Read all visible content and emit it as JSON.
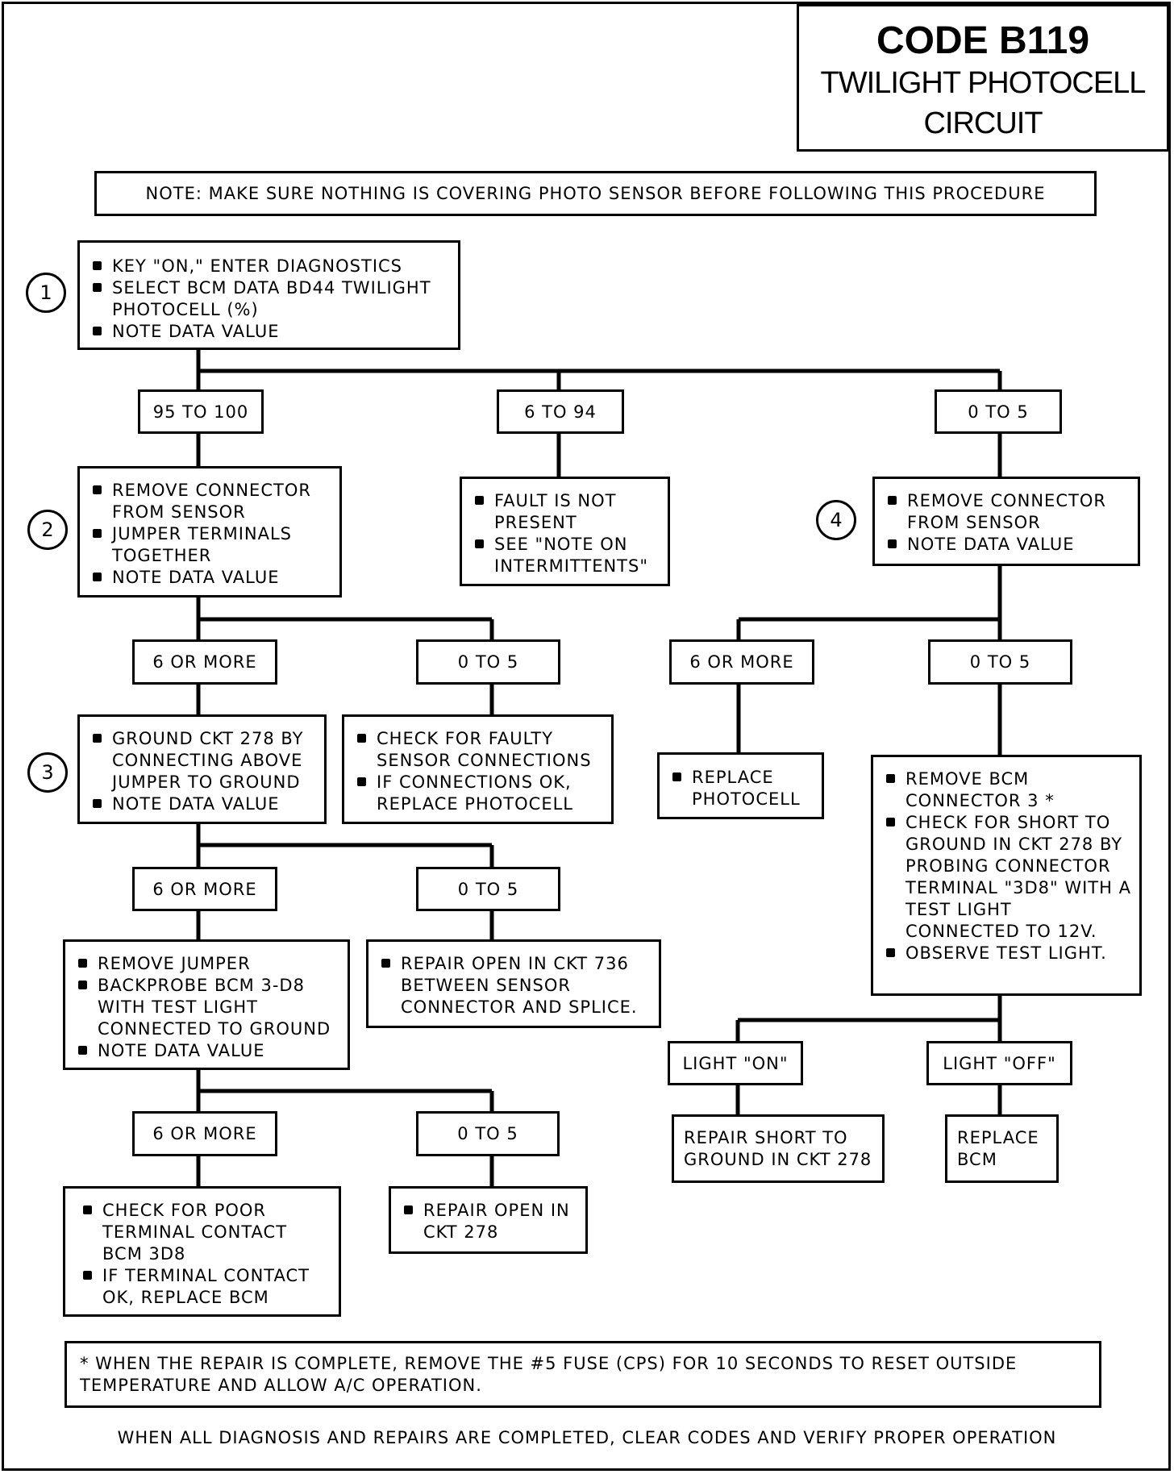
{
  "title": {
    "code": "CODE B119",
    "name_line1": "TWILIGHT PHOTOCELL",
    "name_line2": "CIRCUIT"
  },
  "note_top": "NOTE: MAKE SURE NOTHING IS COVERING PHOTO SENSOR BEFORE FOLLOWING THIS PROCEDURE",
  "steps": {
    "s1": {
      "num": "1",
      "items": [
        "KEY \"ON,\" ENTER DIAGNOSTICS",
        "SELECT BCM DATA BD44 TWILIGHT PHOTOCELL (%)",
        "NOTE DATA VALUE"
      ]
    },
    "s2": {
      "num": "2",
      "items": [
        "REMOVE CONNECTOR FROM SENSOR",
        "JUMPER TERMINALS TOGETHER",
        "NOTE DATA VALUE"
      ]
    },
    "s3": {
      "num": "3",
      "items": [
        "GROUND CKT 278 BY CONNECTING ABOVE JUMPER TO GROUND",
        "NOTE DATA VALUE"
      ]
    },
    "s4": {
      "num": "4",
      "items": [
        "REMOVE CONNECTOR FROM SENSOR",
        "NOTE DATA VALUE"
      ]
    },
    "fault": {
      "items": [
        "FAULT IS NOT PRESENT",
        "SEE \"NOTE ON INTERMITTENTS\""
      ]
    },
    "check_faulty": {
      "items": [
        "CHECK FOR FAULTY SENSOR CONNECTIONS",
        "IF CONNECTIONS OK, REPLACE PHOTOCELL"
      ]
    },
    "remove_jumper": {
      "items": [
        "REMOVE JUMPER",
        "BACKPROBE BCM 3-D8 WITH TEST LIGHT CONNECTED TO GROUND",
        "NOTE DATA VALUE"
      ]
    },
    "repair_736": {
      "items": [
        "REPAIR OPEN IN CKT 736 BETWEEN SENSOR CONNECTOR AND SPLICE."
      ]
    },
    "check_poor": {
      "items": [
        "CHECK FOR POOR TERMINAL CONTACT BCM 3D8",
        "IF TERMINAL CONTACT OK, REPLACE BCM"
      ]
    },
    "repair_278": {
      "items": [
        "REPAIR OPEN IN CKT 278"
      ]
    },
    "replace_photocell": {
      "items": [
        "REPLACE PHOTOCELL"
      ]
    },
    "remove_bcm": {
      "items": [
        "REMOVE BCM CONNECTOR 3 *",
        "CHECK FOR SHORT TO GROUND IN CKT 278 BY PROBING CONNECTOR TERMINAL \"3D8\" WITH A TEST LIGHT CONNECTED TO 12V.",
        "OBSERVE TEST LIGHT."
      ]
    },
    "repair_short": {
      "text": "REPAIR SHORT TO GROUND IN CKT 278"
    },
    "replace_bcm": {
      "text": "REPLACE BCM"
    }
  },
  "labels": {
    "r95_100": "95 TO 100",
    "r6_94": "6 TO 94",
    "r0_5_a": "0 TO 5",
    "s2_6more": "6 OR MORE",
    "s2_0_5": "0 TO 5",
    "s4_6more": "6 OR MORE",
    "s4_0_5": "0 TO 5",
    "s3_6more": "6 OR MORE",
    "s3_0_5": "0 TO 5",
    "rj_6more": "6 OR MORE",
    "rj_0_5": "0 TO 5",
    "light_on": "LIGHT \"ON\"",
    "light_off": "LIGHT \"OFF\""
  },
  "note_bottom": "* WHEN THE REPAIR IS COMPLETE, REMOVE THE #5 FUSE (CPS) FOR 10 SECONDS TO RESET OUTSIDE TEMPERATURE AND ALLOW A/C OPERATION.",
  "footer": "WHEN ALL DIAGNOSIS AND REPAIRS ARE COMPLETED, CLEAR CODES AND VERIFY PROPER OPERATION"
}
